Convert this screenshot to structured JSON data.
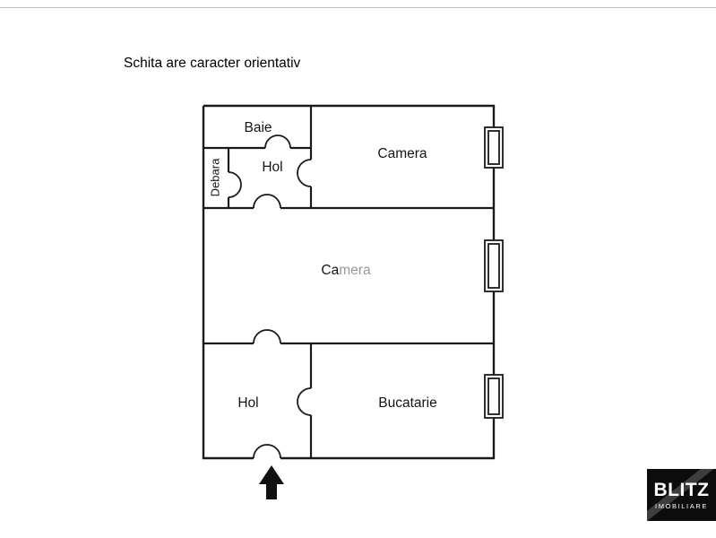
{
  "page": {
    "disclaimer": "Schita are caracter orientativ"
  },
  "floorplan": {
    "rooms": {
      "baie": "Baie",
      "debara": "Debara",
      "hol_top": "Hol",
      "camera_top": "Camera",
      "camera_middle_part1": "Ca",
      "camera_middle_part2": "mera",
      "hol_bottom": "Hol",
      "bucatarie": "Bucatarie"
    },
    "icons": {
      "windows": "window-icon (three on right wall)",
      "doors": "door-arc-icon (swing arcs)",
      "entrance": "entrance-arrow-icon"
    },
    "colors": {
      "wall": "#1a1a1a",
      "text": "#000000",
      "camera_watermark_gray": "#999999"
    }
  },
  "logo": {
    "brand": "BLITZ",
    "tagline": "IMOBILIARE",
    "colors": {
      "background": "#0c0c0c",
      "text": "#ffffff"
    }
  }
}
